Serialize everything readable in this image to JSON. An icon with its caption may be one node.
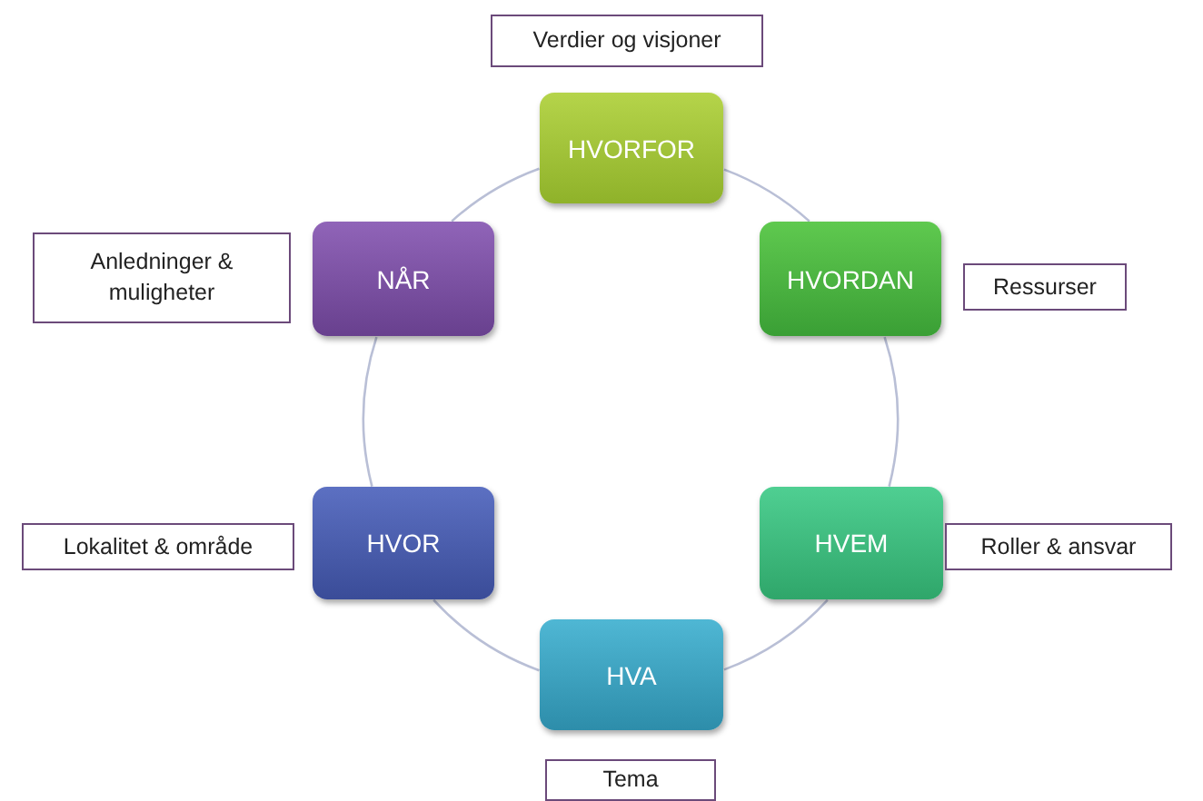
{
  "diagram": {
    "nodes": [
      {
        "text": [
          "HVORFOR"
        ]
      },
      {
        "text": [
          "HVORDAN"
        ]
      },
      {
        "text": [
          "HVEM"
        ]
      },
      {
        "text": [
          "HVA"
        ]
      },
      {
        "text": [
          "HVOR"
        ]
      },
      {
        "text": [
          "NÅR"
        ]
      },
      {
        "text": [
          "Verdier og visjoner"
        ]
      },
      {
        "text": [
          "Ressurser"
        ]
      },
      {
        "text": [
          "Roller & ansvar"
        ]
      },
      {
        "text": [
          "Tema"
        ]
      },
      {
        "text": [
          "Lokalitet & område"
        ]
      },
      {
        "text": [
          "Anledninger & muligheter"
        ]
      }
    ],
    "edges": [
      {
        "from": 0,
        "to": 1,
        "arrow": "none"
      },
      {
        "from": 1,
        "to": 2,
        "arrow": "none"
      },
      {
        "from": 2,
        "to": 3,
        "arrow": "none"
      },
      {
        "from": 3,
        "to": 4,
        "arrow": "none"
      },
      {
        "from": 4,
        "to": 5,
        "arrow": "none"
      },
      {
        "from": 5,
        "to": 0,
        "arrow": "none"
      }
    ]
  }
}
